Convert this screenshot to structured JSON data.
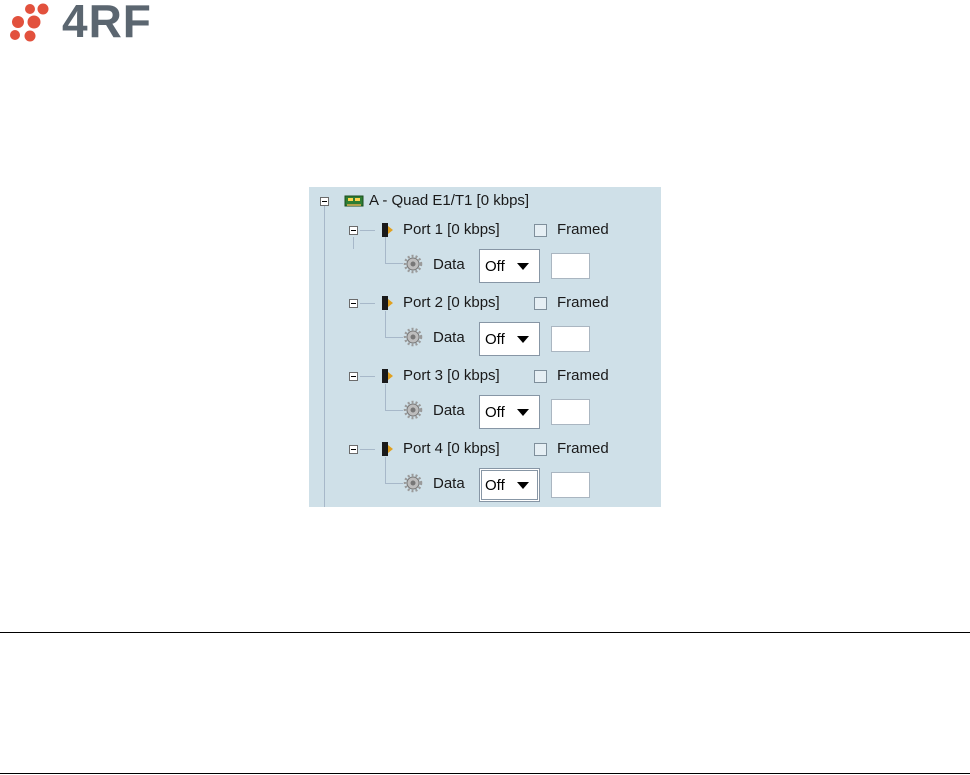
{
  "logo": {
    "text": "4RF",
    "icon": "dots-logo-icon",
    "accent": "#e2513d",
    "text_color": "#5b6670"
  },
  "tree": {
    "root": {
      "label": "A - Quad E1/T1 [0 kbps]",
      "icon": "card-icon"
    },
    "ports": [
      {
        "label": "Port 1 [0 kbps]",
        "framed_label": "Framed",
        "framed_checked": false,
        "data_label": "Data",
        "data_value": "Off",
        "icon": "port-icon"
      },
      {
        "label": "Port 2 [0 kbps]",
        "framed_label": "Framed",
        "framed_checked": false,
        "data_label": "Data",
        "data_value": "Off",
        "icon": "port-icon"
      },
      {
        "label": "Port 3 [0 kbps]",
        "framed_label": "Framed",
        "framed_checked": false,
        "data_label": "Data",
        "data_value": "Off",
        "icon": "port-icon"
      },
      {
        "label": "Port 4 [0 kbps]",
        "framed_label": "Framed",
        "framed_checked": false,
        "data_label": "Data",
        "data_value": "Off",
        "icon": "port-icon"
      }
    ]
  },
  "colors": {
    "panel_bg": "#cfe0e8",
    "tree_line": "#a7b8c9"
  }
}
